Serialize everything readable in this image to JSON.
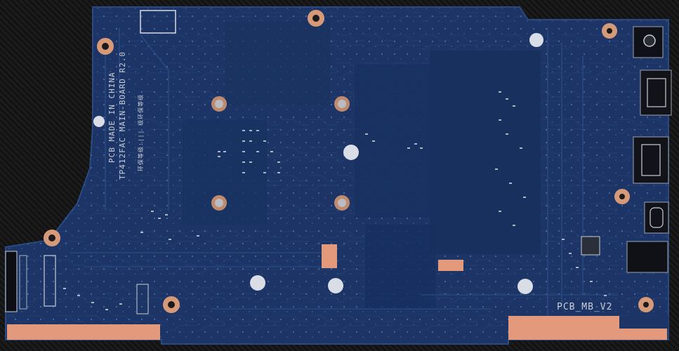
{
  "board": {
    "silkscreen_made_in": "PCB MADE IN CHINA",
    "silkscreen_model": "TP412FAC MAIN-BOARD R2.0",
    "silkscreen_chinese": "环保等级:||| 级环保等级",
    "silkscreen_mb": "PCB_MB_V2"
  },
  "colors": {
    "pcb": "#1c3566",
    "pcb_dark": "#142a55",
    "copper_pad": "#e39a7c",
    "background": "#151515",
    "silk": "#c9cdd6"
  }
}
